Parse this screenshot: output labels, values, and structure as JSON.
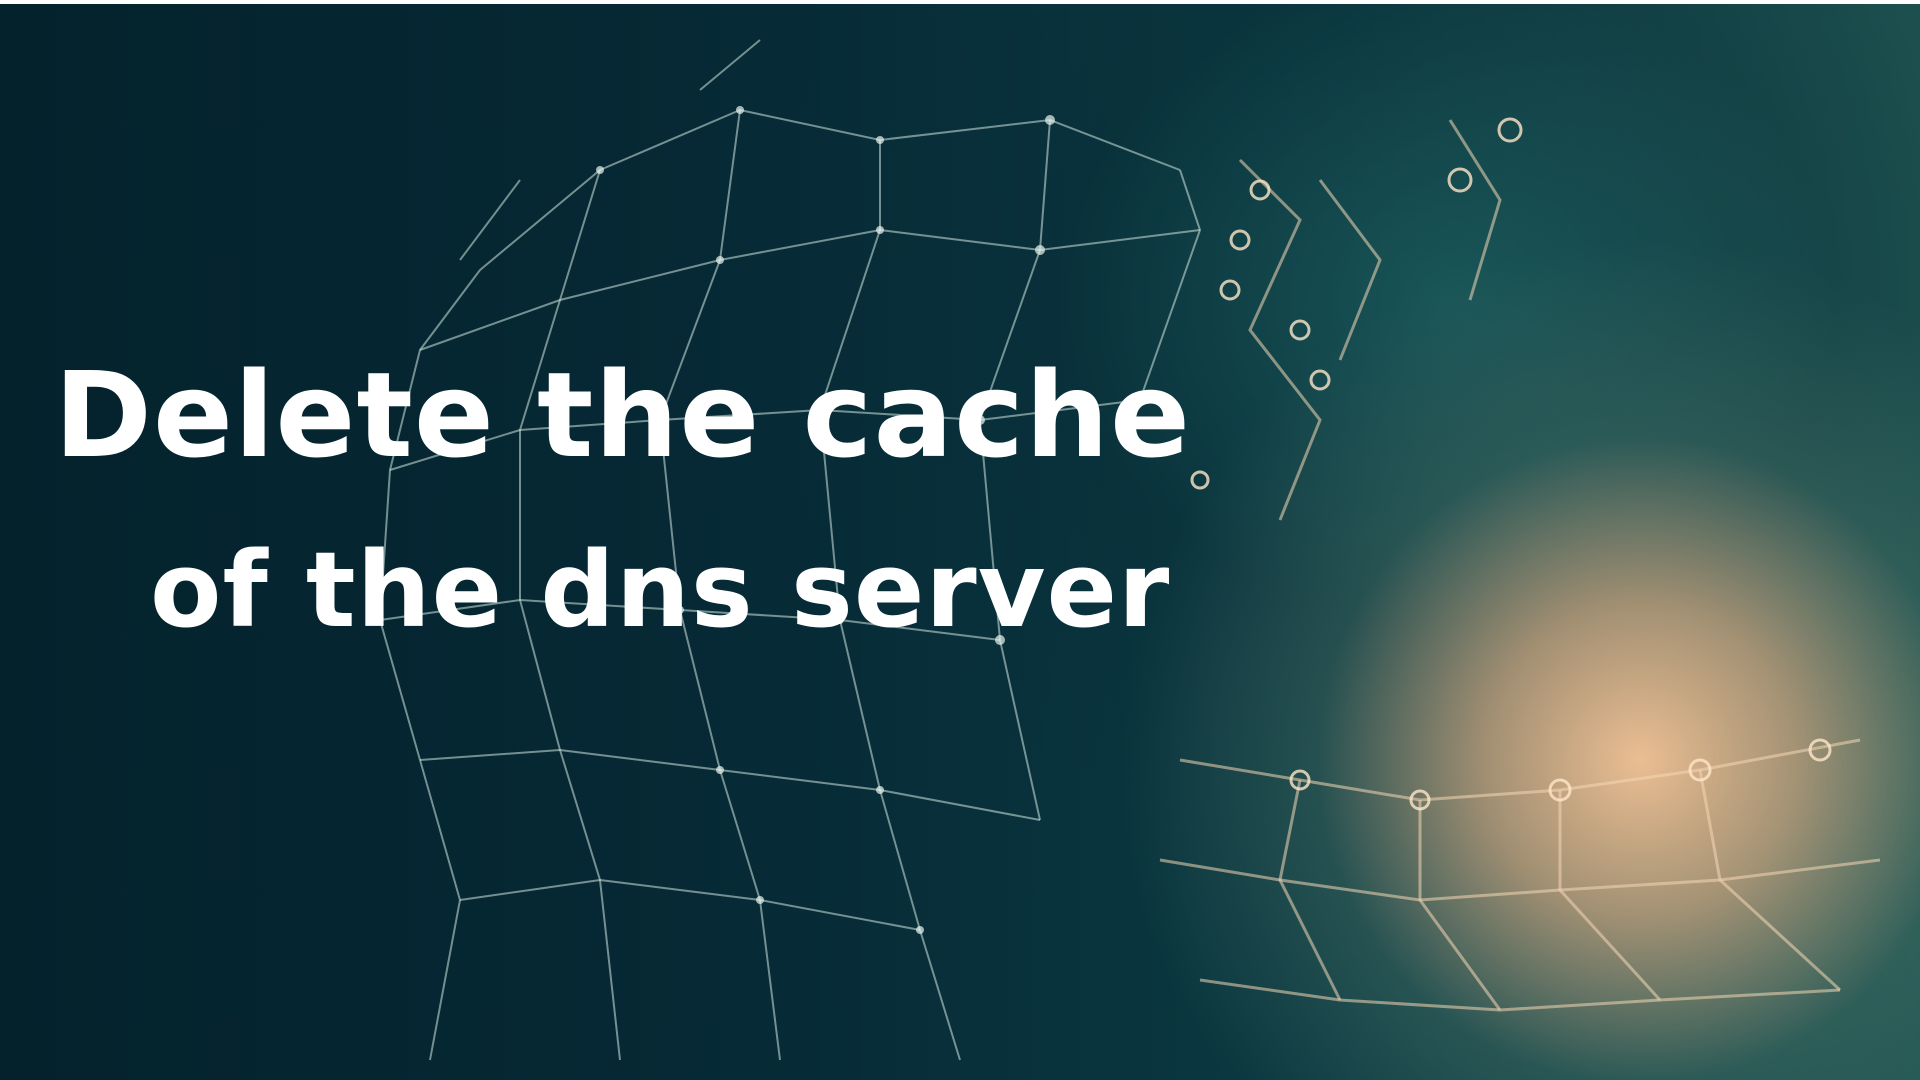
{
  "headline": {
    "line1": "Delete the cache",
    "line2": "of the dns server"
  },
  "image": {
    "subject": "dew-covered spider web",
    "background_color": "#061a22",
    "glow_color": "#f6c496",
    "text_color": "#ffffff"
  }
}
